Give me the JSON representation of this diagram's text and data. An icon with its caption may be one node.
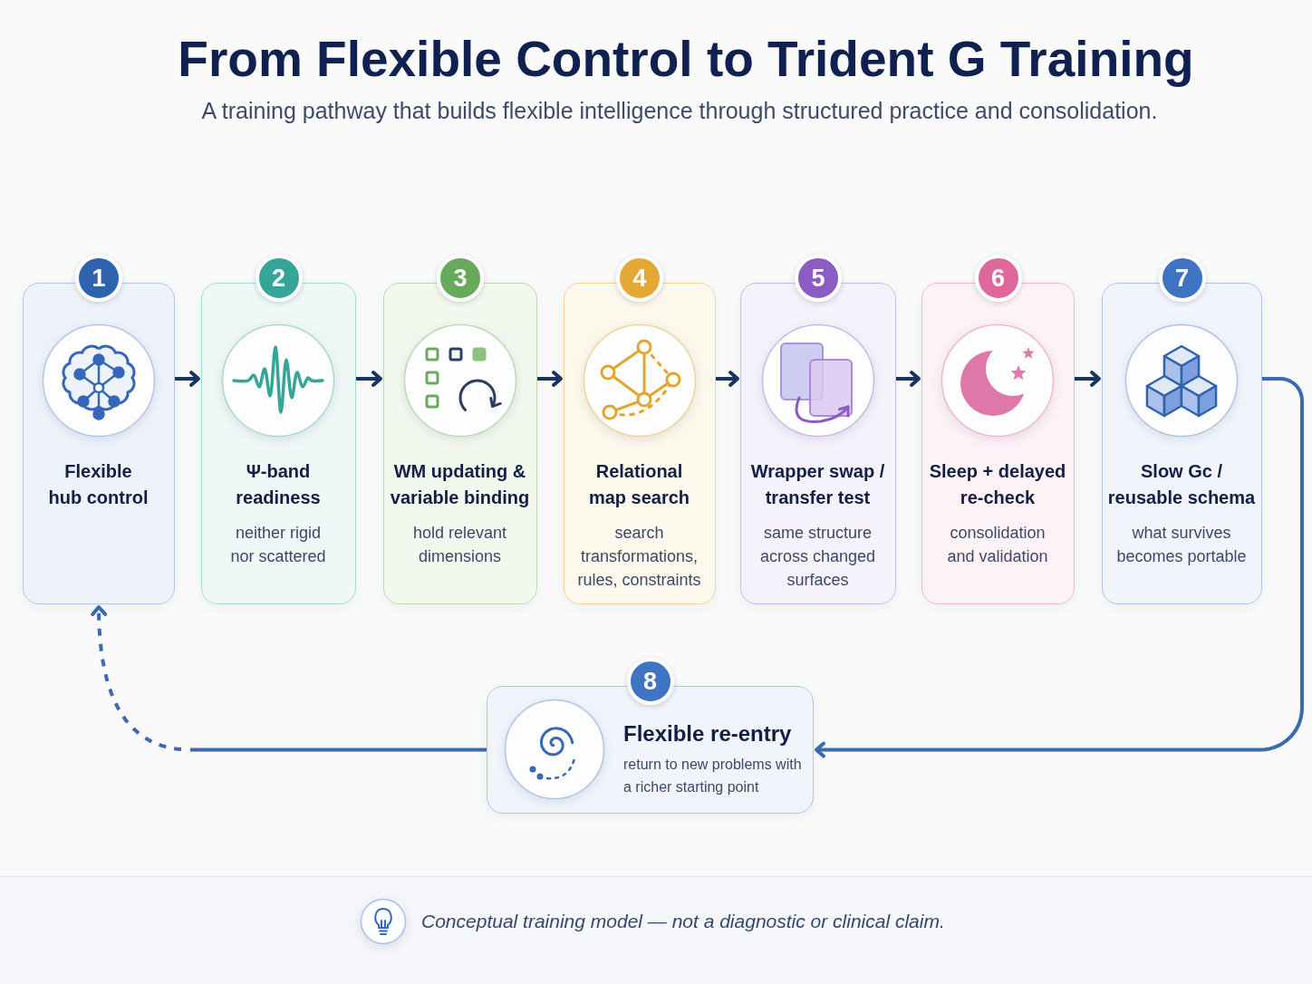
{
  "diagram": {
    "title": "From Flexible Control to Trident G Training",
    "nodes": [
      {
        "text": [
          "1",
          "Flexible hub control"
        ]
      },
      {
        "text": [
          "2",
          "Ψ-band readiness",
          "neither rigid nor scattered"
        ]
      },
      {
        "text": [
          "3",
          "WM updating & variable binding",
          "hold relevant dimensions"
        ]
      },
      {
        "text": [
          "4",
          "Relational map search",
          "search transformations, rules, constraints"
        ]
      },
      {
        "text": [
          "5",
          "Wrapper swap / transfer test",
          "same structure across changed surfaces"
        ]
      },
      {
        "text": [
          "6",
          "Sleep + delayed re-check",
          "consolidation and validation"
        ]
      },
      {
        "text": [
          "7",
          "Slow Gc / reusable schema",
          "what survives becomes portable"
        ]
      },
      {
        "text": [
          "8",
          "Flexible re-entry",
          "return to new problems with a richer starting point"
        ]
      }
    ],
    "edges": [
      {
        "from": 0,
        "to": 1,
        "arrow": "to"
      },
      {
        "from": 1,
        "to": 2,
        "arrow": "to"
      },
      {
        "from": 2,
        "to": 3,
        "arrow": "to"
      },
      {
        "from": 3,
        "to": 4,
        "arrow": "to"
      },
      {
        "from": 4,
        "to": 5,
        "arrow": "to"
      },
      {
        "from": 5,
        "to": 6,
        "arrow": "to"
      },
      {
        "from": 6,
        "to": 7,
        "arrow": "to",
        "color": "#3b69b3"
      },
      {
        "from": 7,
        "to": 0,
        "arrow": "to",
        "style": "dashed",
        "color": "#3b69b3"
      }
    ],
    "labels": [
      "A training pathway that builds flexible intelligence through structured practice and consolidation.",
      "Conceptual training model — not a diagnostic or clinical claim."
    ]
  }
}
